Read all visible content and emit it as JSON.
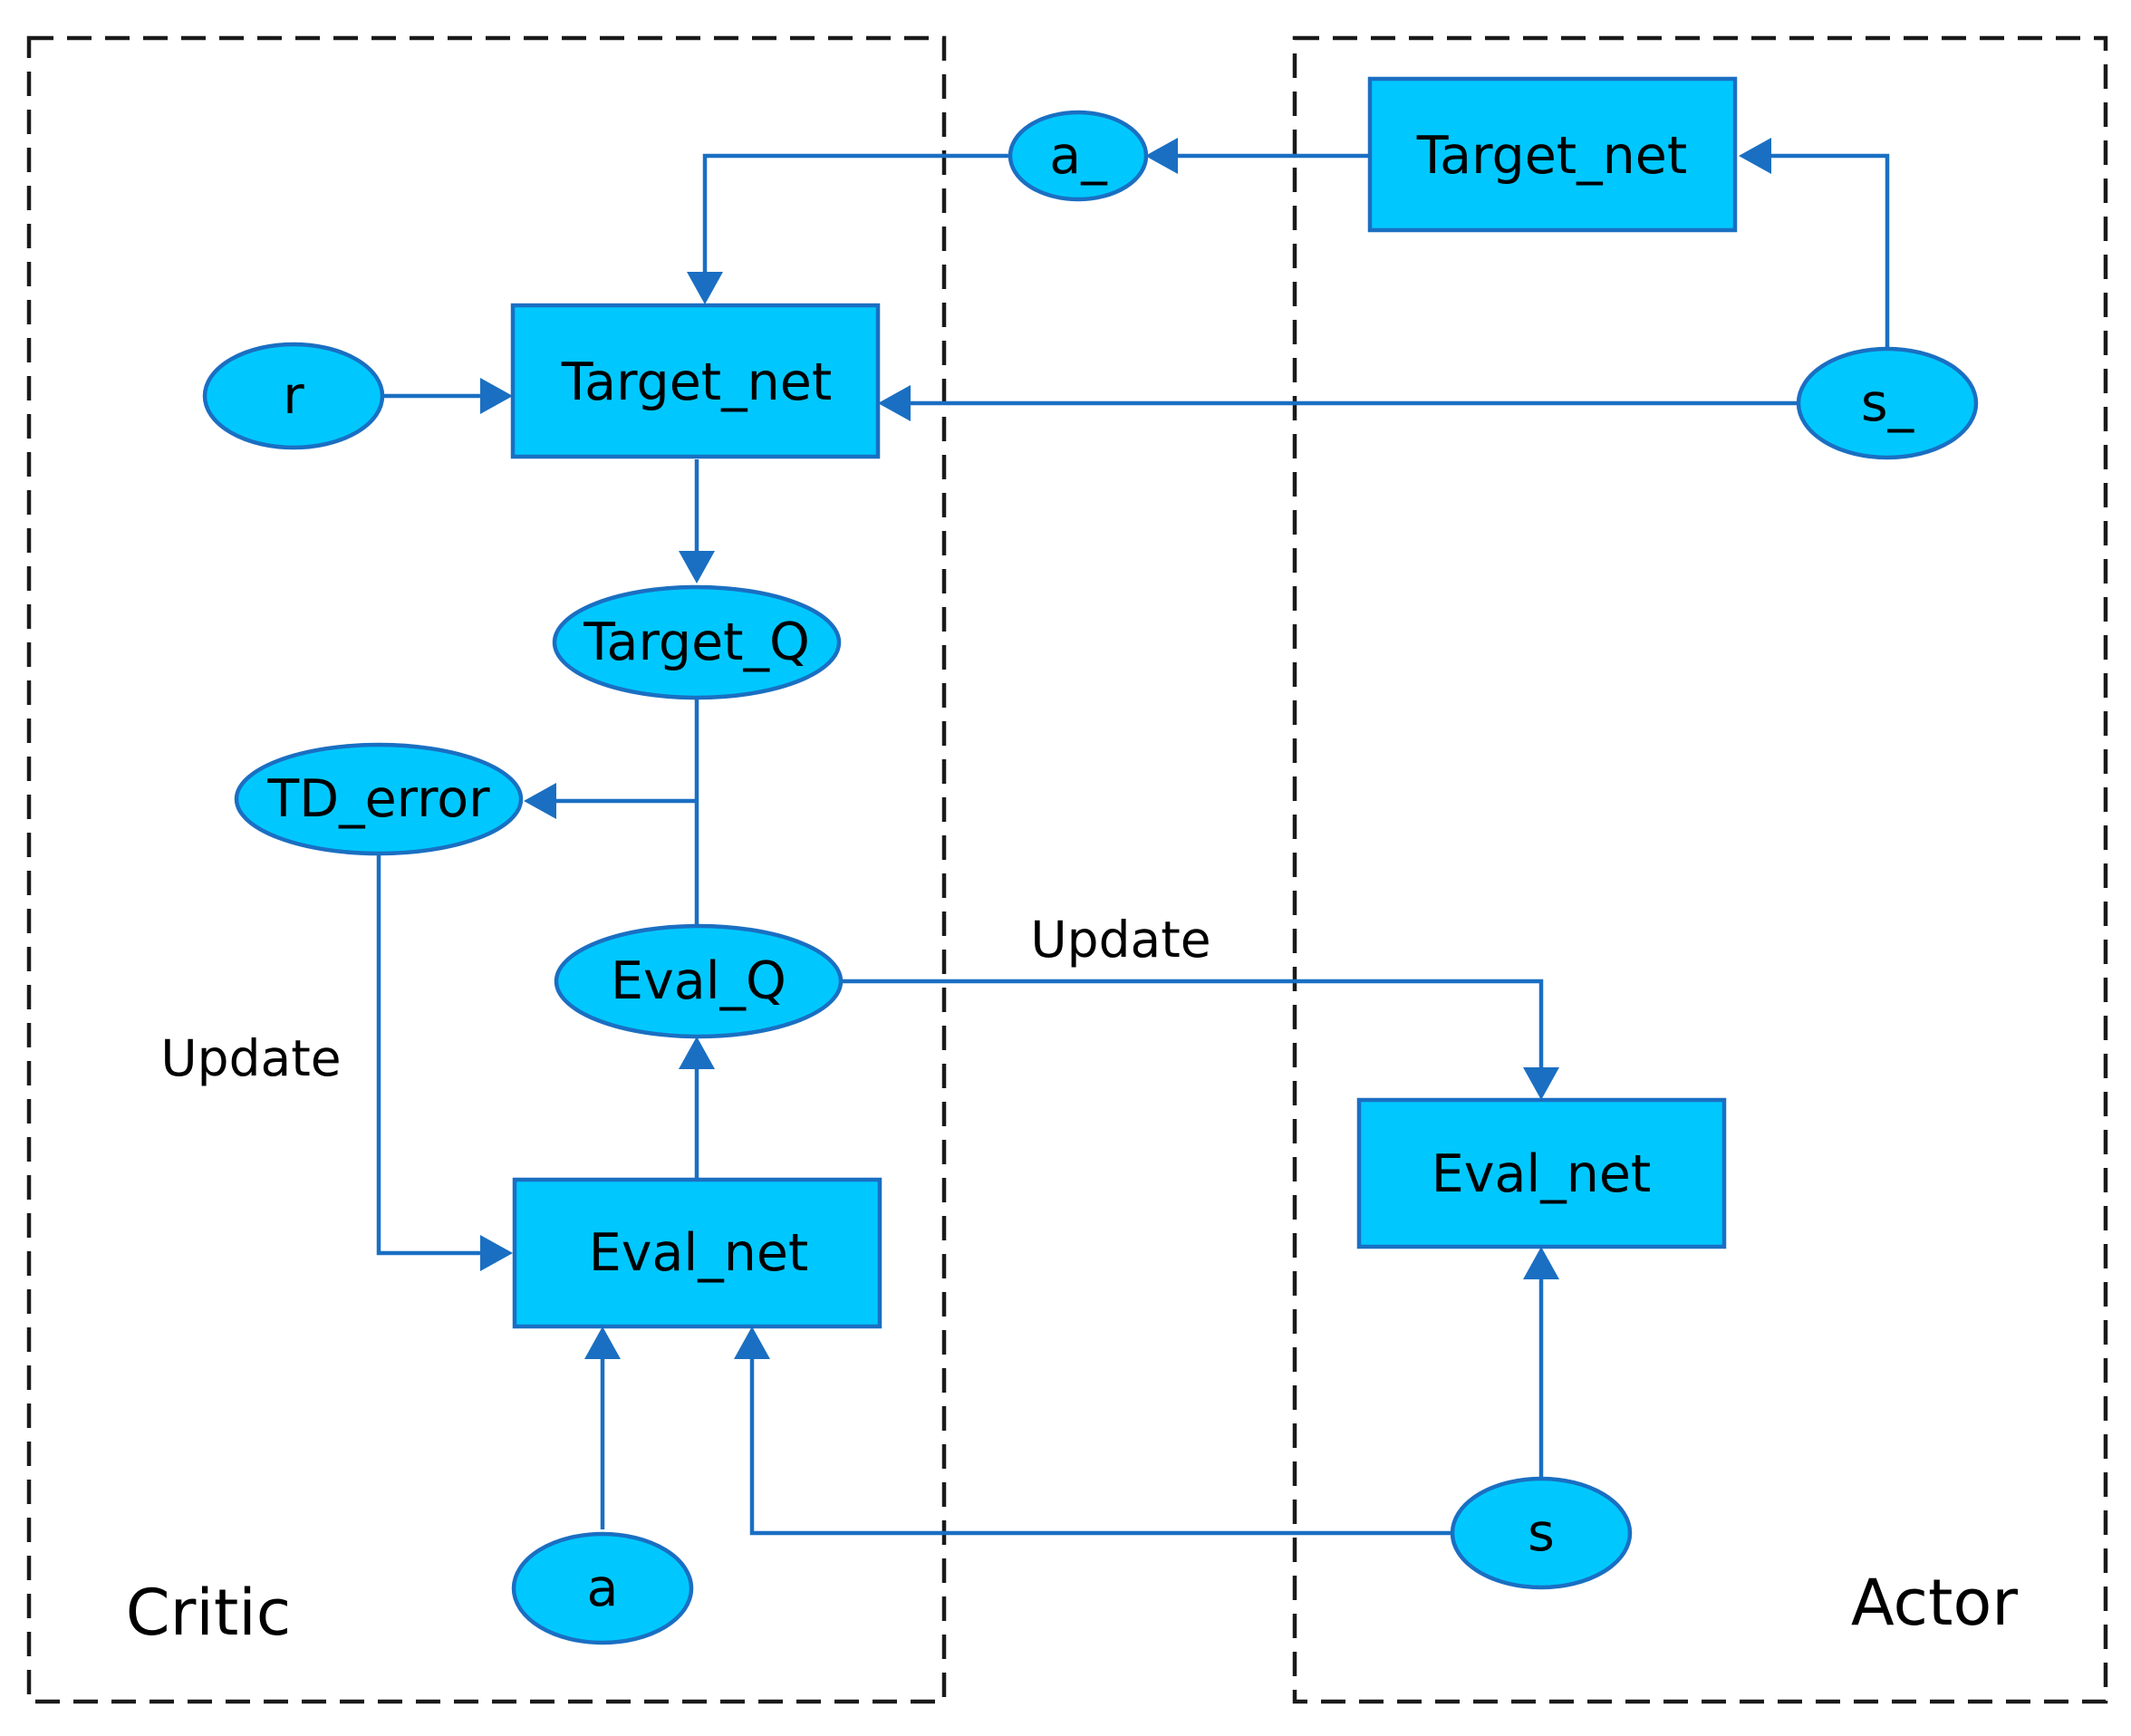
{
  "groups": {
    "critic": "Critic",
    "actor": "Actor"
  },
  "nodes": {
    "actor_target_net": "Target_net",
    "a_next": "a_",
    "critic_target_net": "Target_net",
    "r": "r",
    "s_next": "s_",
    "target_q": "Target_Q",
    "td_error": "TD_error",
    "eval_q": "Eval_Q",
    "critic_eval_net": "Eval_net",
    "actor_eval_net": "Eval_net",
    "a": "a",
    "s": "s"
  },
  "edge_labels": {
    "critic_update": "Update",
    "actor_update": "Update"
  },
  "colors": {
    "node_fill": "#00c8ff",
    "line": "#1a6fc2",
    "border": "#1a1a1a"
  }
}
